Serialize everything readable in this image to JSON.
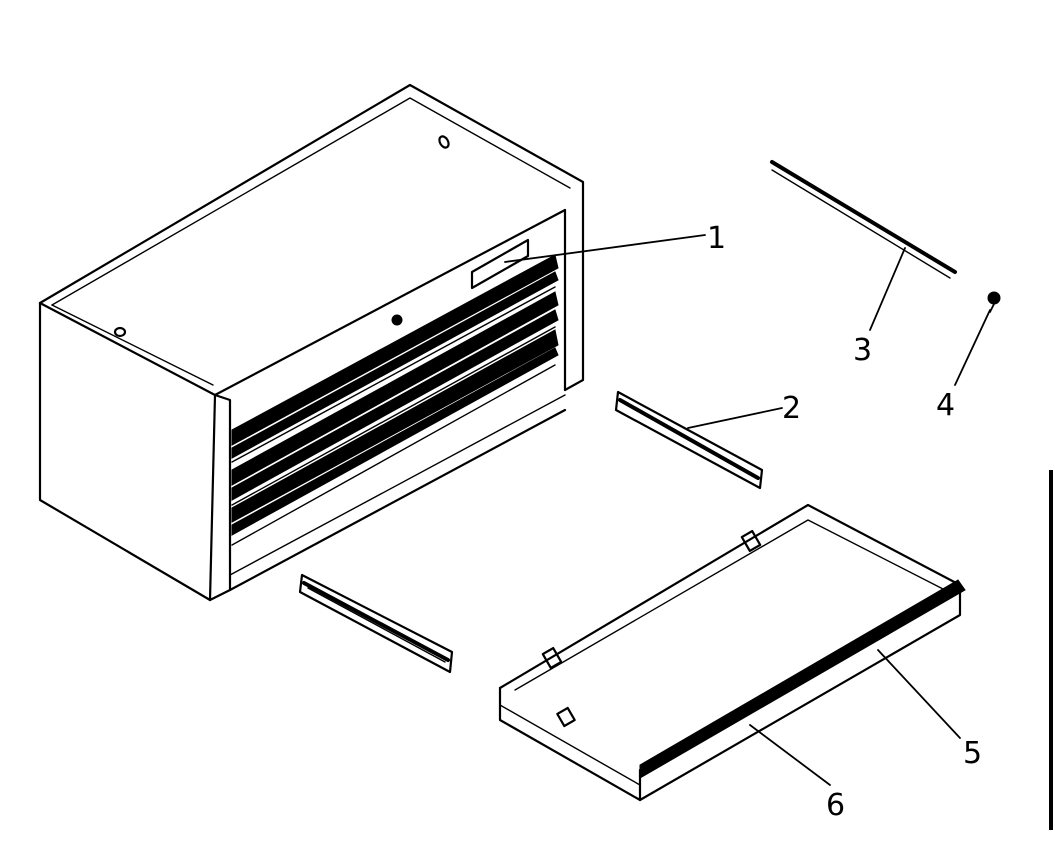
{
  "diagram": {
    "callouts": [
      {
        "id": "1",
        "label": "1",
        "part": "chest-front-panel"
      },
      {
        "id": "2",
        "label": "2",
        "part": "drawer-slide-right"
      },
      {
        "id": "3",
        "label": "3",
        "part": "hinge-rod"
      },
      {
        "id": "4",
        "label": "4",
        "part": "screw"
      },
      {
        "id": "5",
        "label": "5",
        "part": "drawer"
      },
      {
        "id": "6",
        "label": "6",
        "part": "drawer-liner"
      }
    ]
  }
}
